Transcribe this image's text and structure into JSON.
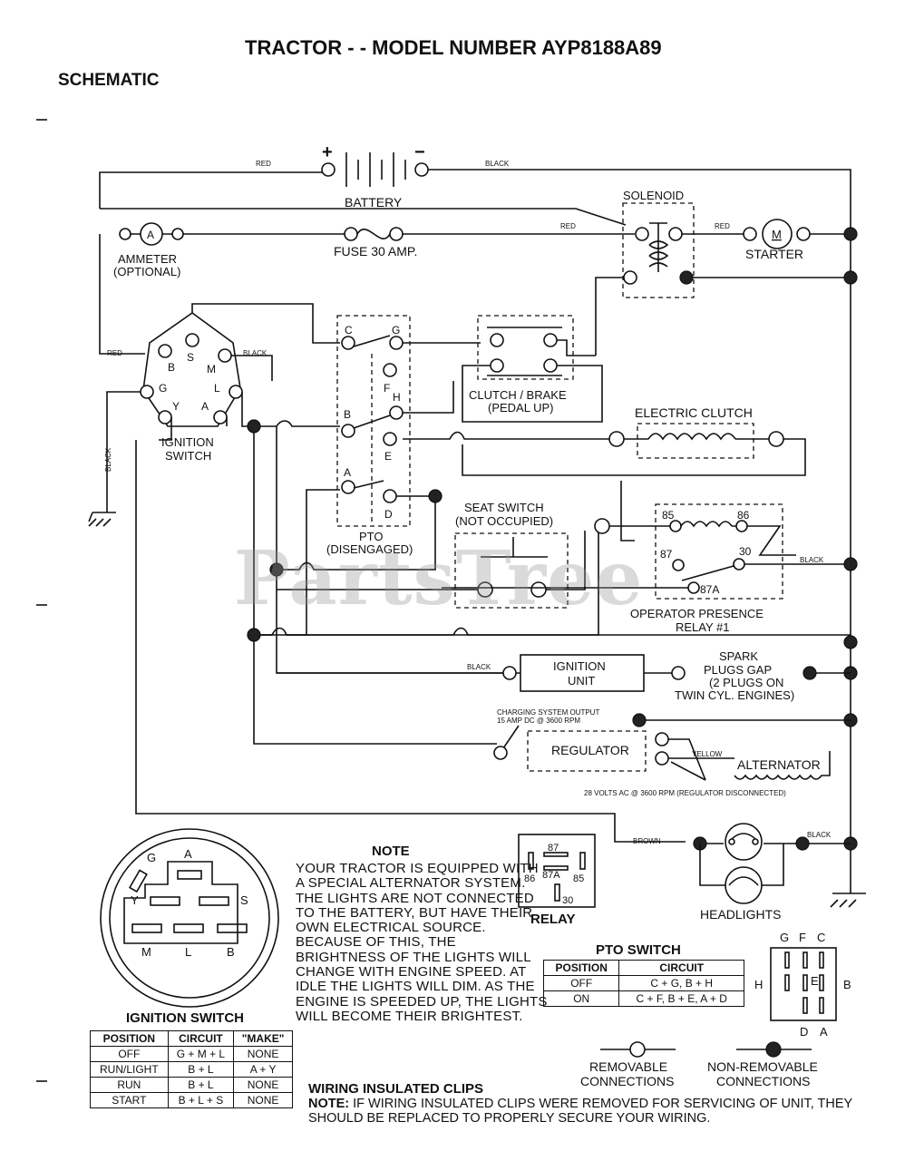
{
  "header": {
    "title": "TRACTOR - - MODEL NUMBER AYP8188A89",
    "subtitle": "SCHEMATIC"
  },
  "watermark": "PartsTree",
  "components": {
    "battery": "BATTERY",
    "battery_plus": "+",
    "battery_minus": "−",
    "solenoid": "SOLENOID",
    "starter": "STARTER",
    "starter_symbol": "M",
    "ammeter_symbol": "A",
    "ammeter_line1": "AMMETER",
    "ammeter_line2": "(OPTIONAL)",
    "fuse": "FUSE 30 AMP.",
    "ignition_switch_line1": "IGNITION",
    "ignition_switch_line2": "SWITCH",
    "clutch_brake_line1": "CLUTCH / BRAKE",
    "clutch_brake_line2": "(PEDAL UP)",
    "electric_clutch": "ELECTRIC CLUTCH",
    "pto_line1": "PTO",
    "pto_line2": "(DISENGAGED)",
    "seat_switch_line1": "SEAT SWITCH",
    "seat_switch_line2": "(NOT OCCUPIED)",
    "relay_line1": "OPERATOR PRESENCE",
    "relay_line2": "RELAY #1",
    "ignition_unit_line1": "IGNITION",
    "ignition_unit_line2": "UNIT",
    "spark_line1": "SPARK",
    "spark_line2": "PLUGS GAP",
    "spark_line3": "(2 PLUGS ON",
    "spark_line4": "TWIN CYL. ENGINES)",
    "regulator": "REGULATOR",
    "alternator": "ALTERNATOR",
    "charging_line1": "CHARGING SYSTEM OUTPUT",
    "charging_line2": "15 AMP DC @ 3600 RPM",
    "alternator_output": "28 VOLTS AC @ 3600 RPM (REGULATOR DISCONNECTED)",
    "headlights": "HEADLIGHTS"
  },
  "wire_colors": {
    "red": "RED",
    "black": "BLACK",
    "yellow": "YELLOW",
    "brown": "BROWN"
  },
  "terminals": {
    "ign_s": "S",
    "ign_b": "B",
    "ign_m": "M",
    "ign_g": "G",
    "ign_l": "L",
    "ign_y": "Y",
    "ign_a": "A",
    "pto_c": "C",
    "pto_g": "G",
    "pto_f": "F",
    "pto_h": "H",
    "pto_b": "B",
    "pto_e": "E",
    "pto_a": "A",
    "pto_d": "D",
    "relay_85": "85",
    "relay_86": "86",
    "relay_87": "87",
    "relay_30": "30",
    "relay_87a": "87A"
  },
  "ignition_diagram": {
    "title": "IGNITION SWITCH",
    "labels": [
      "G",
      "A",
      "Y",
      "S",
      "M",
      "L",
      "B"
    ],
    "table": {
      "headers": [
        "POSITION",
        "CIRCUIT",
        "\"MAKE\""
      ],
      "rows": [
        [
          "OFF",
          "G + M + L",
          "NONE"
        ],
        [
          "RUN/LIGHT",
          "B + L",
          "A + Y"
        ],
        [
          "RUN",
          "B + L",
          "NONE"
        ],
        [
          "START",
          "B + L + S",
          "NONE"
        ]
      ]
    }
  },
  "note": {
    "title": "NOTE",
    "text": "YOUR TRACTOR IS EQUIPPED WITH A SPECIAL ALTERNATOR SYSTEM. THE LIGHTS ARE NOT CONNECTED TO THE BATTERY, BUT HAVE THEIR OWN ELECTRICAL SOURCE. BECAUSE OF THIS, THE BRIGHTNESS OF THE LIGHTS WILL CHANGE WITH ENGINE SPEED. AT IDLE THE LIGHTS WILL DIM. AS THE ENGINE IS SPEEDED UP, THE LIGHTS WILL BECOME THEIR BRIGHTEST."
  },
  "relay_diagram": {
    "title": "RELAY",
    "pins": [
      "87",
      "87A",
      "86",
      "85",
      "30"
    ]
  },
  "pto_switch": {
    "title": "PTO SWITCH",
    "headers": [
      "POSITION",
      "CIRCUIT"
    ],
    "rows": [
      [
        "OFF",
        "C + G, B + H"
      ],
      [
        "ON",
        "C + F, B + E, A + D"
      ]
    ],
    "terminal_labels": [
      "G",
      "F",
      "C",
      "H",
      "E",
      "B",
      "D",
      "A"
    ]
  },
  "legend": {
    "removable_line1": "REMOVABLE",
    "removable_line2": "CONNECTIONS",
    "nonremovable_line1": "NON-REMOVABLE",
    "nonremovable_line2": "CONNECTIONS"
  },
  "clips": {
    "title": "WIRING INSULATED CLIPS",
    "note_label": "NOTE:",
    "note_text": "IF WIRING INSULATED CLIPS WERE REMOVED FOR SERVICING OF UNIT, THEY SHOULD BE REPLACED TO PROPERLY SECURE YOUR WIRING."
  }
}
